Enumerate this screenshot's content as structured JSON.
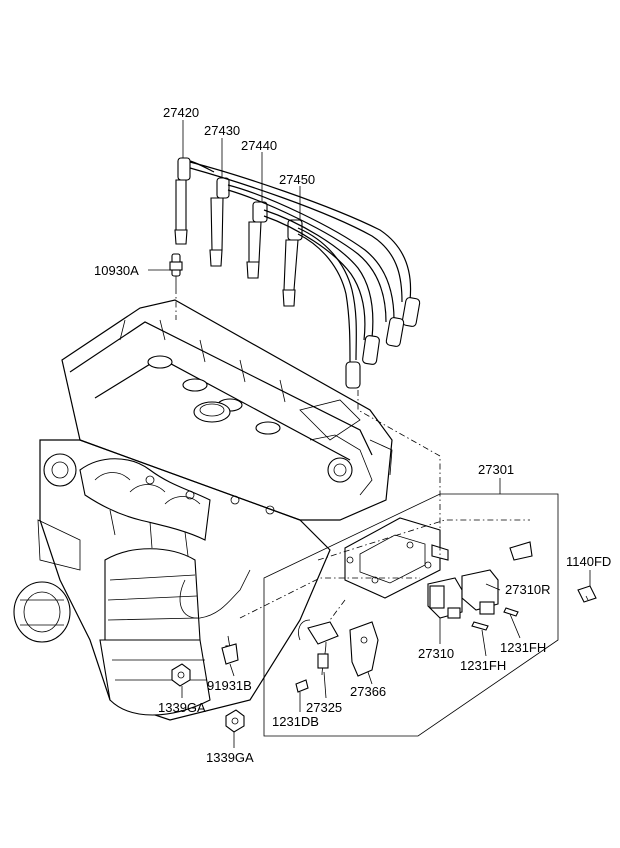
{
  "labels": {
    "p27420": "27420",
    "p27430": "27430",
    "p27440": "27440",
    "p27450": "27450",
    "p10930A": "10930A",
    "p27301": "27301",
    "p1140FD": "1140FD",
    "p27310R": "27310R",
    "p27310": "27310",
    "p1231FH_a": "1231FH",
    "p1231FH_b": "1231FH",
    "p27366": "27366",
    "p27325": "27325",
    "p1231DB": "1231DB",
    "p91931B": "91931B",
    "p1339GA_a": "1339GA",
    "p1339GA_b": "1339GA"
  }
}
